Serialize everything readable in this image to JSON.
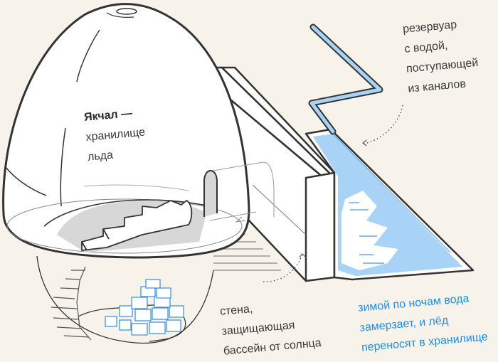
{
  "diagram": {
    "title": "Yakhchal ice house cross-section",
    "colors": {
      "background": "#f7f3ea",
      "outline": "#333333",
      "water": "#a8d3f7",
      "water_line": "#4a9be0",
      "ice_cube": "#2f8fe8",
      "floor_shade": "#d7d7d7",
      "accent_text": "#1e8ee6"
    },
    "labels": {
      "yakhchal": {
        "bold": "Якчал —",
        "line2": "хранилище",
        "line3": "льда"
      },
      "reservoir": {
        "line1": "резервуар",
        "line2": "с водой,",
        "line3": "поступающей",
        "line4": "из каналов"
      },
      "wall": {
        "line1": "стена,",
        "line2": "защищающая",
        "line3": "бассейн от солнца"
      },
      "winter": {
        "line1": "зимой по ночам вода",
        "line2": "замерзает, и лёд",
        "line3": "переносят в хранилище"
      }
    },
    "parts": [
      "dome",
      "staircase",
      "underground-pit",
      "ice-blocks",
      "shade-wall",
      "water-pool",
      "water-channel"
    ]
  }
}
